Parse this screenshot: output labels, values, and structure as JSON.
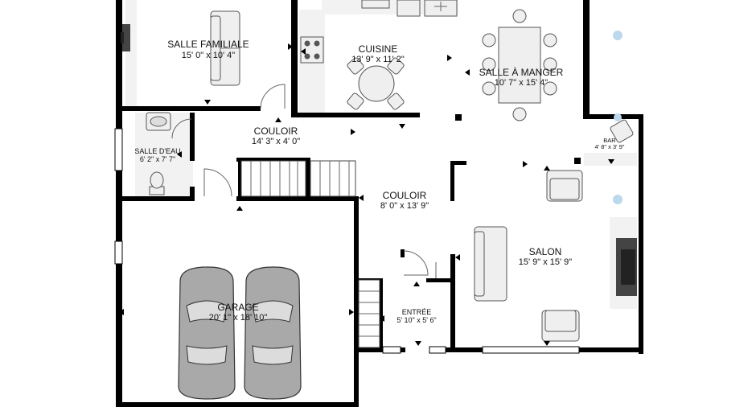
{
  "rooms": {
    "salle_familiale": {
      "name": "SALLE FAMILIALE",
      "dim": "15' 0\" x 10' 4\""
    },
    "cuisine": {
      "name": "CUISINE",
      "dim": "13' 9\" x 11' 2\""
    },
    "salle_a_manger": {
      "name": "SALLE À MANGER",
      "dim": "10' 7\" x 15' 4\""
    },
    "couloir_1": {
      "name": "COULOIR",
      "dim": "14' 3\" x 4' 0\""
    },
    "salle_deau": {
      "name": "SALLE D'EAU",
      "dim": "6' 2\" x 7' 7\""
    },
    "bar": {
      "name": "BAR",
      "dim": "4' 8\" x 3' 9\""
    },
    "couloir_2": {
      "name": "COULOIR",
      "dim": "8' 0\" x 13' 9\""
    },
    "salon": {
      "name": "SALON",
      "dim": "15' 9\" x 15' 9\""
    },
    "garage": {
      "name": "GARAGE",
      "dim": "20' 1\" x 18' 10\""
    },
    "entree": {
      "name": "ENTRÉE",
      "dim": "5' 10\" x 5' 6\""
    }
  },
  "colors": {
    "wall": "#000000",
    "floor": "#ffffff",
    "furniture": "#efefef",
    "car": "#a9a9a9"
  }
}
